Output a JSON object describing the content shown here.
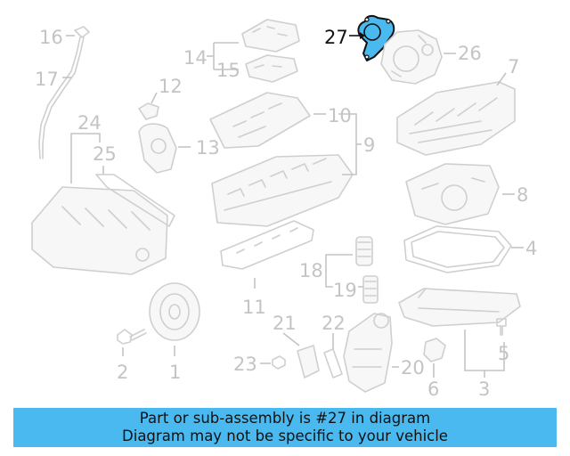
{
  "diagram": {
    "highlight_color": "#4ab9f0",
    "highlighted_part": "27",
    "callouts": {
      "c1": "1",
      "c2": "2",
      "c3": "3",
      "c4": "4",
      "c5": "5",
      "c6": "6",
      "c7": "7",
      "c8": "8",
      "c9": "9",
      "c10": "10",
      "c11": "11",
      "c12": "12",
      "c13": "13",
      "c14": "14",
      "c15": "15",
      "c16": "16",
      "c17": "17",
      "c18": "18",
      "c19": "19",
      "c20": "20",
      "c21": "21",
      "c22": "22",
      "c23": "23",
      "c24": "24",
      "c25": "25",
      "c26": "26",
      "c27": "27"
    }
  },
  "banner": {
    "line1": "Part or sub-assembly is #27 in diagram",
    "line2": "Diagram may not be specific to your vehicle",
    "background": "#4ab9f0"
  }
}
